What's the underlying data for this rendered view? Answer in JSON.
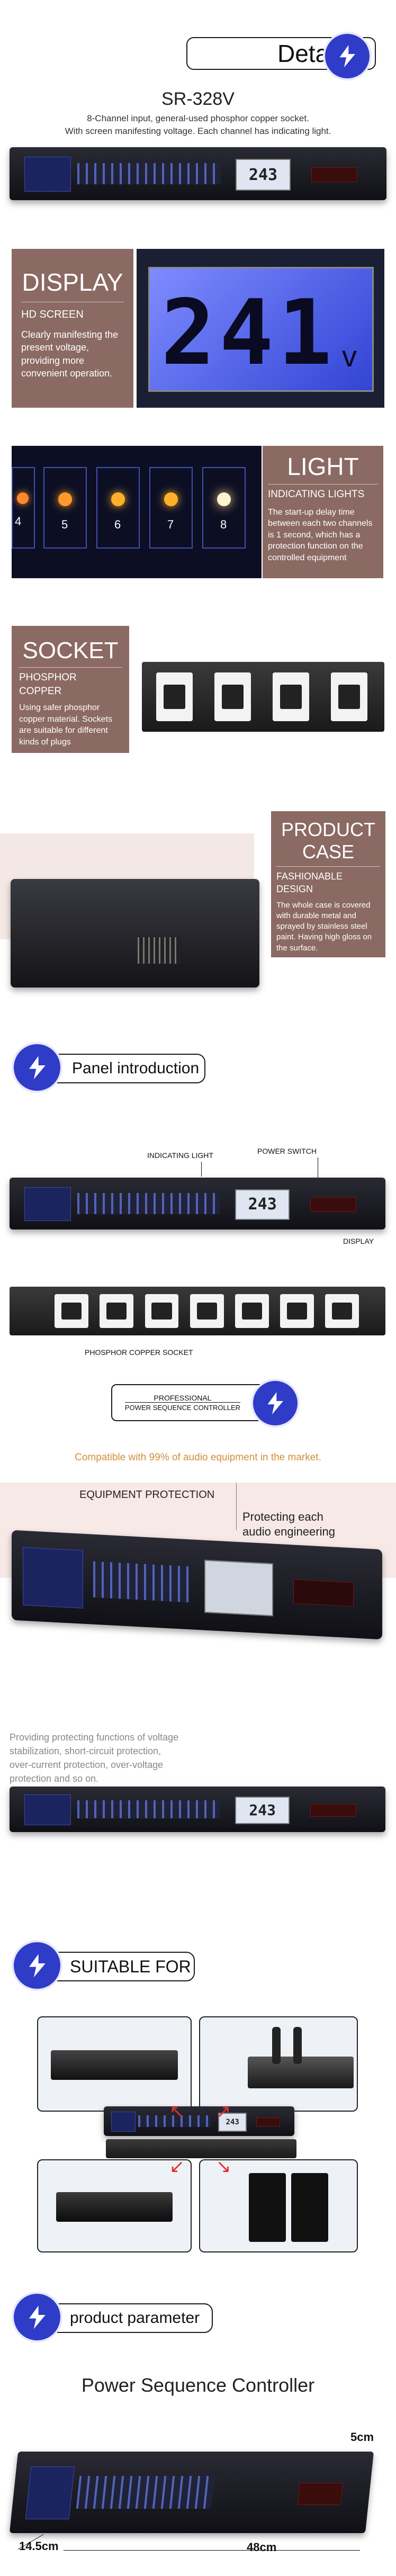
{
  "header": {
    "details_label": "Details",
    "model": "SR-328V",
    "subtitle_line1": "8-Channel input, general-used phosphor copper socket.",
    "subtitle_line2": "With screen manifesting voltage. Each channel has indicating light."
  },
  "display_section": {
    "title": "DISPLAY",
    "subtitle": "HD SCREEN",
    "description": "Clearly manifesting the present voltage, providing more convenient operation.",
    "lcd_value": "241",
    "lcd_unit": "v"
  },
  "light_section": {
    "title": "LIGHT",
    "subtitle": "INDICATING LIGHTS",
    "description": "The start-up delay time between each two channels is 1 second, which has a protection function on the controlled equipment",
    "channels": [
      "4",
      "5",
      "6",
      "7",
      "8"
    ]
  },
  "socket_section": {
    "title": "SOCKET",
    "subtitle": "PHOSPHOR COPPER",
    "description": "Using safer phosphor copper material. Sockets are suitable for different kinds of plugs"
  },
  "case_section": {
    "title_line1": "PRODUCT",
    "title_line2": "CASE",
    "subtitle": "FASHIONABLE DESIGN",
    "description": "The whole case is covered with durable metal and sprayed by stainless steel paint. Having high gloss on the surface."
  },
  "panel_intro": {
    "heading": "Panel introduction",
    "label_indicating": "INDICATING LIGHT",
    "label_power_switch": "POWER SWITCH",
    "label_display": "DISPLAY",
    "label_socket": "PHOSPHOR COPPER SOCKET",
    "lcd_value": "243"
  },
  "controller_section": {
    "badge_line1": "PROFESSIONAL",
    "badge_line2": "POWER SEQUENCE CONTROLLER",
    "compat_text": "Compatible with 99% of audio equipment in the market.",
    "equipment_protection": "EQUIPMENT PROTECTION",
    "protecting_text_line1": "Protecting each",
    "protecting_text_line2": "audio engineering",
    "functions_text": "Providing protecting functions of voltage stabilization, short-circuit protection, over-current protection, over-voltage protection and so on.",
    "lcd_value": "243"
  },
  "suitable_section": {
    "heading": "SUITABLE FOR"
  },
  "parameter_section": {
    "heading": "product parameter",
    "title": "Power Sequence Controller",
    "dim_height": "5cm",
    "dim_depth": "14.5cm",
    "dim_width": "48cm"
  },
  "colors": {
    "accent_blue": "#2f3cc7",
    "tag_brown": "#8b6a63",
    "text_dark": "#333333"
  }
}
